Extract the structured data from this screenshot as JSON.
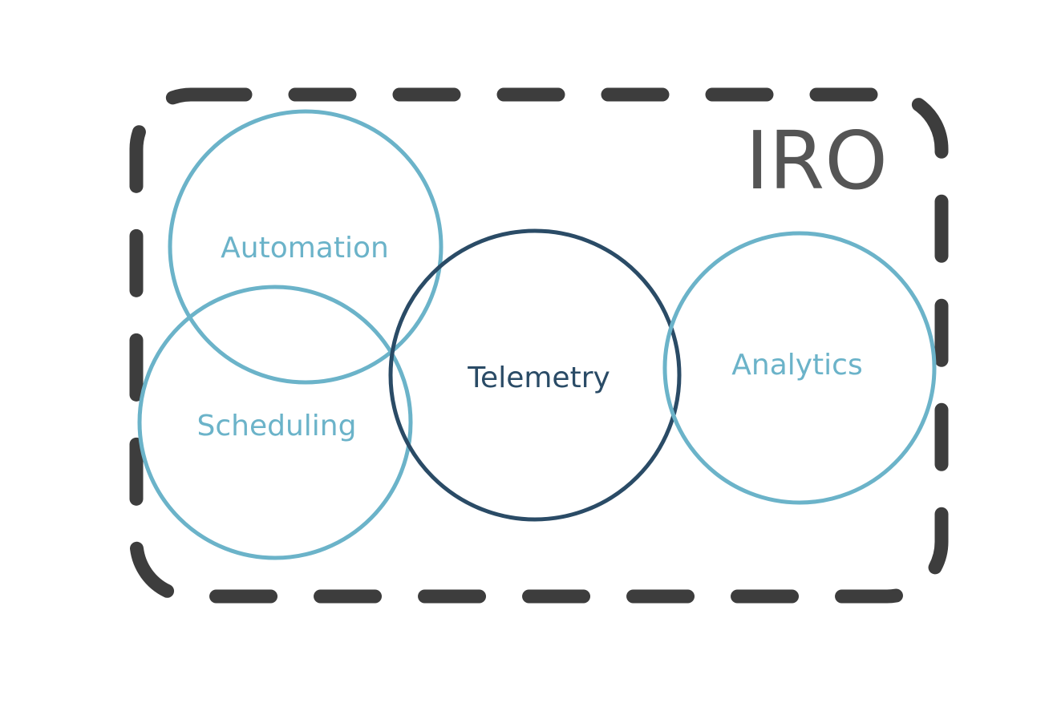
{
  "diagram": {
    "group_label": "IRO",
    "nodes": [
      {
        "id": "automation",
        "label": "Automation",
        "style": "light"
      },
      {
        "id": "scheduling",
        "label": "Scheduling",
        "style": "light"
      },
      {
        "id": "telemetry",
        "label": "Telemetry",
        "style": "dark"
      },
      {
        "id": "analytics",
        "label": "Analytics",
        "style": "light"
      }
    ]
  },
  "colors": {
    "light_circle": "#6bb3c9",
    "dark_circle": "#2a4b66",
    "boundary": "#3d3d3d",
    "group_label": "#555555"
  }
}
